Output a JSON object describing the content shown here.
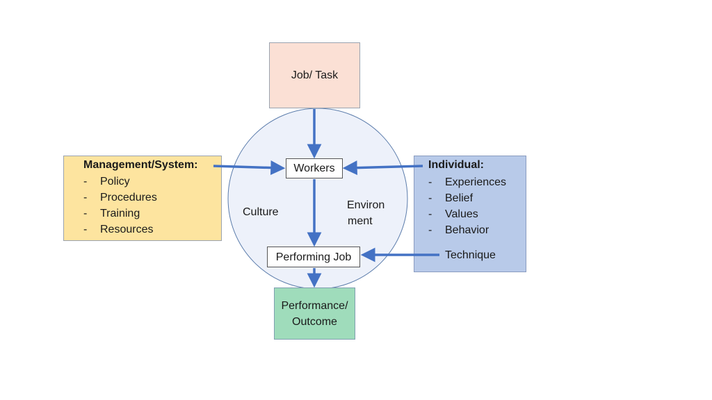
{
  "nodes": {
    "job_task": "Job/ Task",
    "workers": "Workers",
    "performing_job": "Performing Job",
    "outcome_line1": "Performance/",
    "outcome_line2": "Outcome"
  },
  "management": {
    "title": "Management/System:",
    "items": [
      "Policy",
      "Procedures",
      "Training",
      "Resources"
    ]
  },
  "individual": {
    "title": "Individual:",
    "items": [
      "Experiences",
      "Belief",
      "Values",
      "Behavior"
    ],
    "extra_item": "Technique"
  },
  "circle": {
    "culture": "Culture",
    "environment_line1": "Environ",
    "environment_line2": "ment"
  },
  "colors": {
    "arrow": "#4472c4",
    "circle_fill": "#edf1fa",
    "circle_stroke": "#5b7cab",
    "job_box": "#fbe0d5",
    "outcome_box": "#9fdcbb",
    "management_box": "#fde49f",
    "individual_box": "#b8cae9"
  }
}
